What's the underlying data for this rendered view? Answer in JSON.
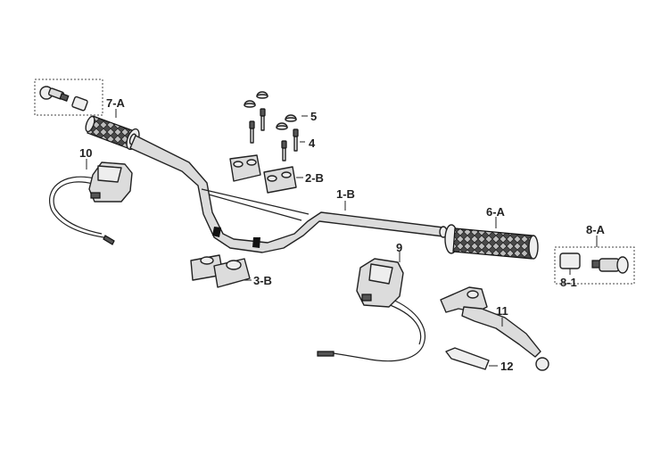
{
  "diagram": {
    "callouts": {
      "p1B": "1-B",
      "p2B": "2-B",
      "p3B": "3-B",
      "p4": "4",
      "p5": "5",
      "p6A": "6-A",
      "p7A": "7-A",
      "p8A": "8-A",
      "p81": "8-1",
      "p9": "9",
      "p10": "10",
      "p11": "11",
      "p12": "12"
    }
  }
}
